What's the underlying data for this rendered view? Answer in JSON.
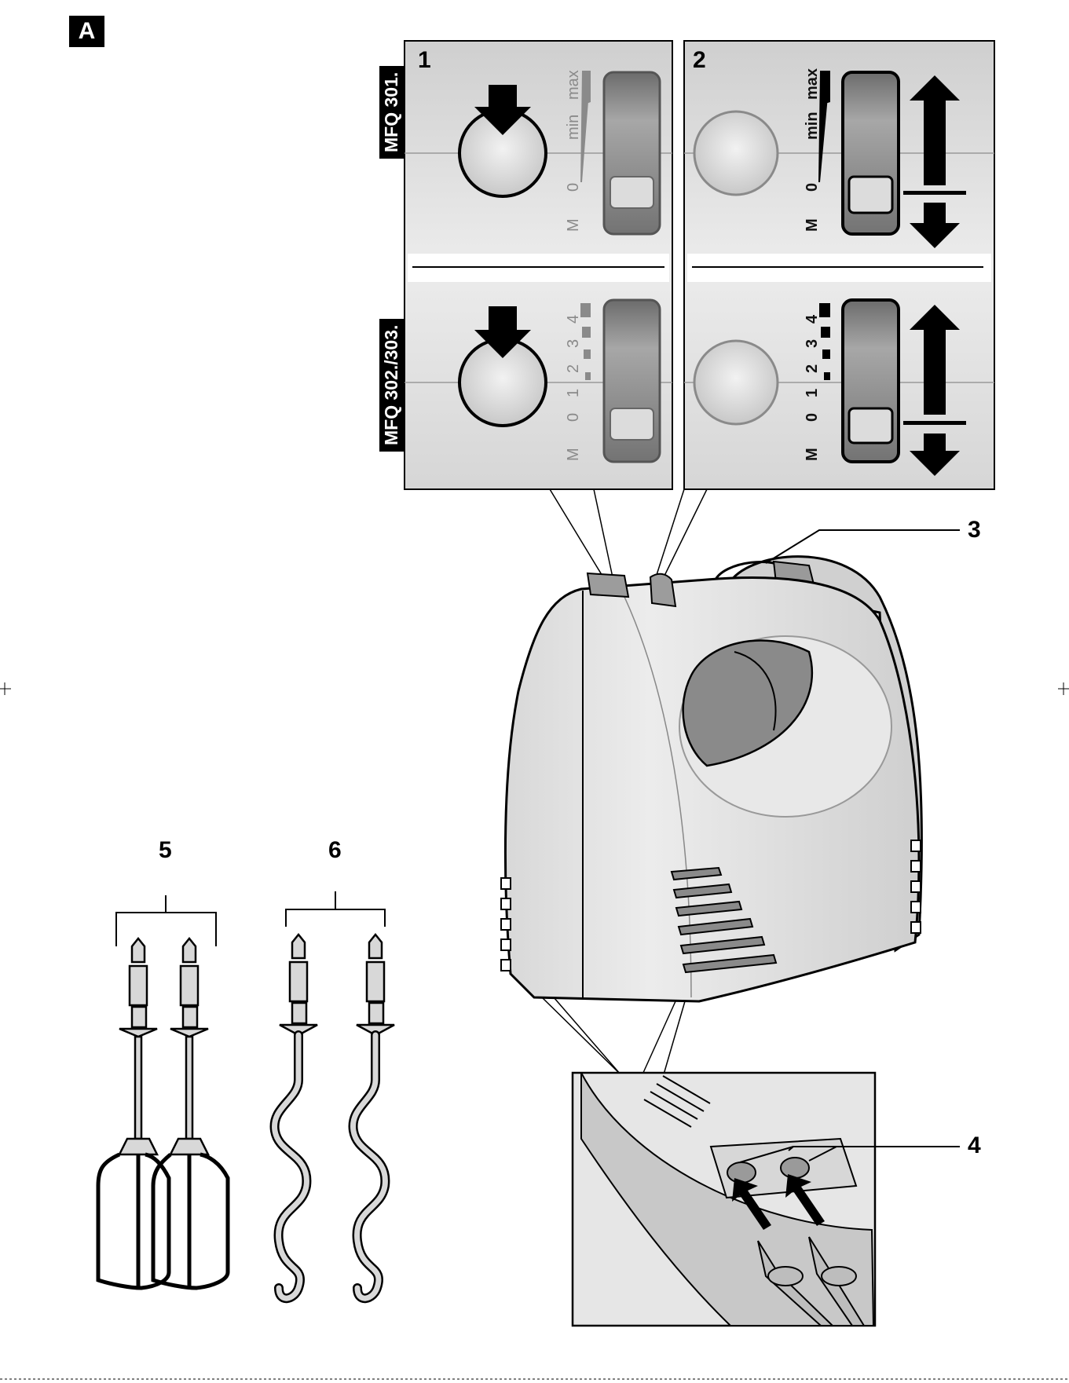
{
  "figure": {
    "label": "A"
  },
  "panels": [
    {
      "number": "1",
      "models": {
        "top": "MFQ 301.",
        "bottom": "MFQ 302./303."
      }
    },
    {
      "number": "2"
    }
  ],
  "speed_scales": {
    "single_top": {
      "m": "M",
      "zero": "0",
      "min": "min",
      "max": "max"
    },
    "stepped_bottom": {
      "m": "M",
      "zero": "0",
      "s1": "1",
      "s2": "2",
      "s3": "3",
      "s4": "4"
    }
  },
  "callouts": [
    "3",
    "4",
    "5",
    "6"
  ],
  "colors": {
    "ink": "#000000",
    "device_grey": "#dcdcdc",
    "panel_bg": "#e2e2e2",
    "slider": "#8f8f8f"
  },
  "icons": [
    "push-down-arrow-icon",
    "up-down-arrow-icon",
    "beater-icon",
    "dough-hook-icon",
    "insert-arrow-icon"
  ]
}
